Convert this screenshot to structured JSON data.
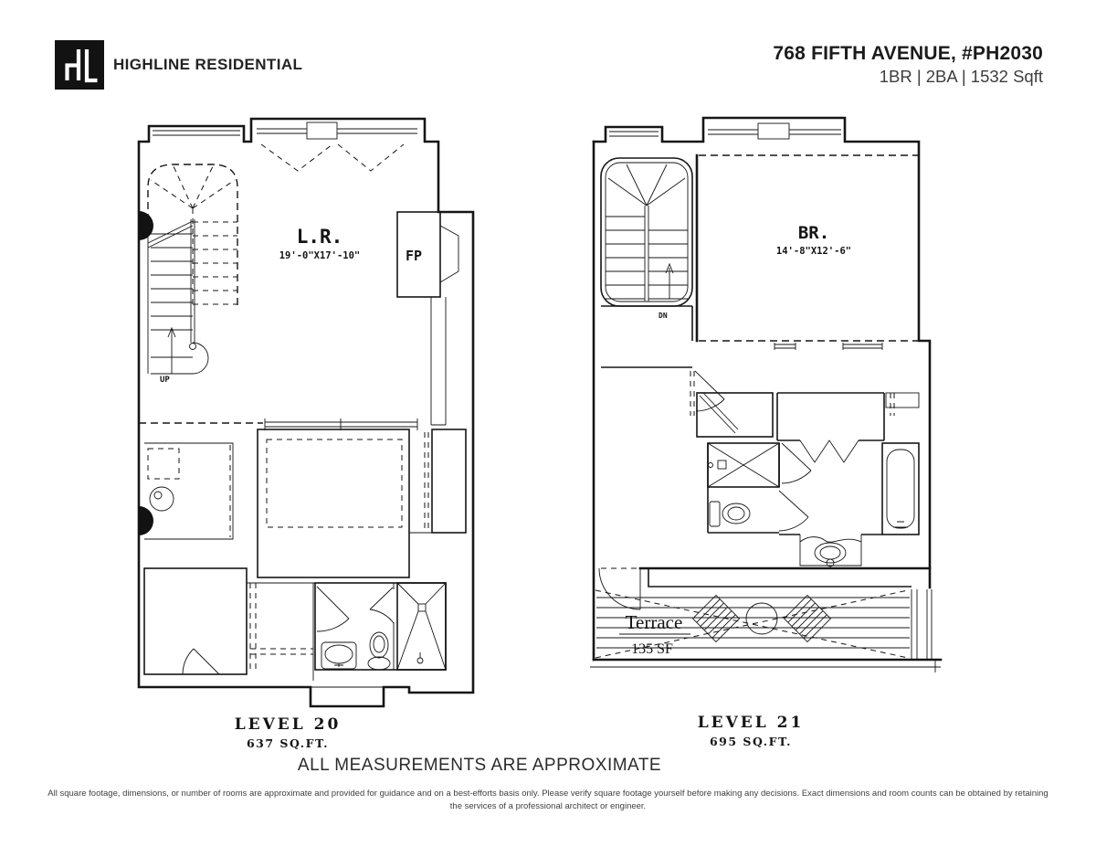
{
  "header": {
    "company": "HIGHLINE RESIDENTIAL",
    "address": "768 FIFTH AVENUE, #PH2030",
    "specs": "1BR | 2BA | 1532 Sqft"
  },
  "plan_level20": {
    "level": "LEVEL 20",
    "area": "637 SQ.FT.",
    "living_room": "L.R.",
    "living_room_dims": "19'-0\"X17'-10\"",
    "fireplace": "FP",
    "stair_direction": "UP"
  },
  "plan_level21": {
    "level": "LEVEL 21",
    "area": "695 SQ.FT.",
    "bedroom": "BR.",
    "bedroom_dims": "14'-8\"X12'-6\"",
    "stair_direction": "DN",
    "terrace": "Terrace",
    "terrace_area": "135 SF"
  },
  "footer": {
    "note": "ALL MEASUREMENTS ARE APPROXIMATE",
    "disclaimer_line1": "All square footage, dimensions, or number of rooms are approximate and provided for guidance and on a best-efforts basis only. Please verify square footage yourself before making any decisions. Exact dimensions and room counts can be obtained by retaining",
    "disclaimer_line2": "the services of a professional architect or engineer."
  },
  "colors": {
    "ink": "#161616",
    "logo_bg": "#121212"
  }
}
